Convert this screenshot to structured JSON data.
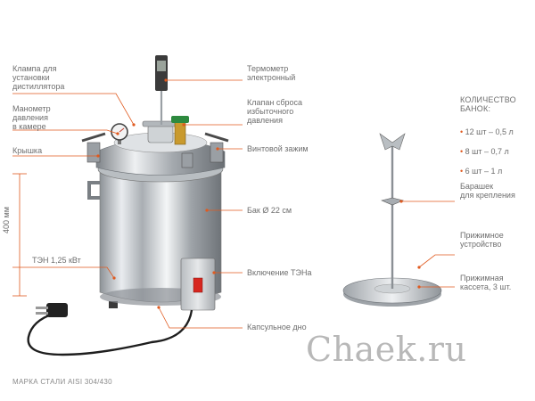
{
  "callouts_left": {
    "clamp": "Клампа для\nустановки\nдистиллятора",
    "manometer": "Манометр\nдавления\nв камере",
    "lid": "Крышка",
    "heater": "ТЭН 1,25 кВт"
  },
  "callouts_center": {
    "thermometer": "Термометр\nэлектронный",
    "valve": "Клапан сброса\nизбыточного\nдавления",
    "screw_clamp": "Винтовой зажим",
    "tank": "Бак Ø 22 см",
    "heater_switch": "Включение ТЭНа",
    "capsule_bottom": "Капсульное дно"
  },
  "callouts_right": {
    "wing_nut": "Барашек\nдля крепления",
    "press_device": "Прижимное\nустройство",
    "press_cassette": "Прижимная\nкассета, 3 шт."
  },
  "quantity": {
    "title": "КОЛИЧЕСТВО\nБАНОК:",
    "items": [
      "12 шт – 0,5 л",
      "8 шт – 0,7 л",
      "6 шт – 1 л"
    ]
  },
  "dimension": "400 мм",
  "steel_grade": "МАРКА СТАЛИ AISI 304/430",
  "watermark": "Chaek.ru",
  "colors": {
    "accent": "#e05a1f",
    "text": "#6e6e6e",
    "steel": "#c9cdd1"
  }
}
